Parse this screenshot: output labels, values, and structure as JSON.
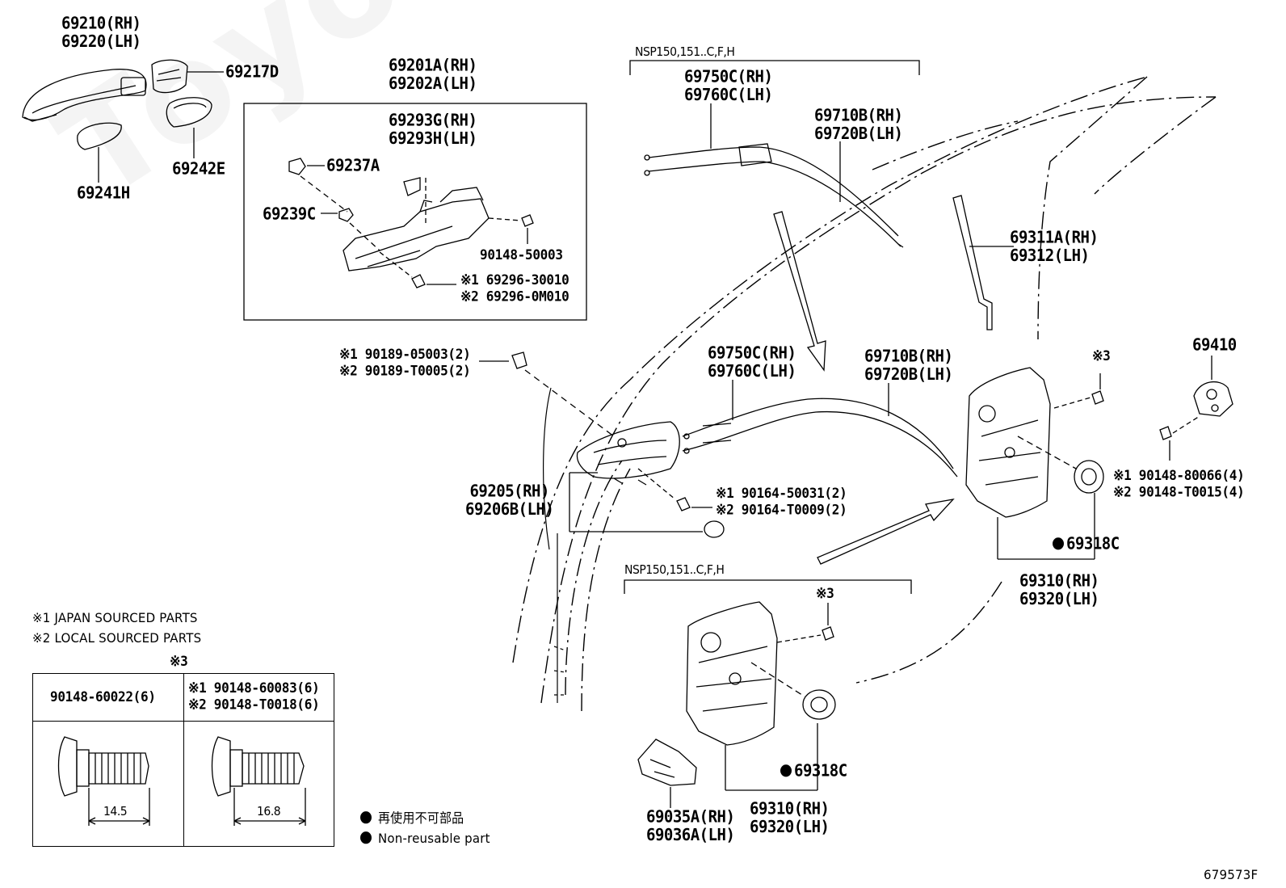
{
  "watermark": "ToyotaCorMine.ru",
  "drawing_number": "679573F",
  "parts": {
    "p69210": [
      "69210(RH)",
      "69220(LH)"
    ],
    "p69217D": "69217D",
    "p69242E": "69242E",
    "p69241H": "69241H",
    "p69201A": [
      "69201A(RH)",
      "69202A(LH)"
    ],
    "p69293G": [
      "69293G(RH)",
      "69293H(LH)"
    ],
    "p69237A": "69237A",
    "p69239C": "69239C",
    "p90148_50003": "90148-50003",
    "p69296": [
      "※1 69296-30010",
      "※2 69296-0M010"
    ],
    "nsp_top": "NSP150,151..C,F,H",
    "p69750C_top": [
      "69750C(RH)",
      "69760C(LH)"
    ],
    "p69710B_top": [
      "69710B(RH)",
      "69720B(LH)"
    ],
    "p69311A": [
      "69311A(RH)",
      "69312(LH)"
    ],
    "p90189": [
      "※1 90189-05003(2)",
      "※2 90189-T0005(2)"
    ],
    "p69750C_mid": [
      "69750C(RH)",
      "69760C(LH)"
    ],
    "p69710B_mid": [
      "69710B(RH)",
      "69720B(LH)"
    ],
    "p69410": "69410",
    "ref3_a": "※3",
    "p90148_80066": [
      "※1 90148-80066(4)",
      "※2 90148-T0015(4)"
    ],
    "p69205": [
      "69205(RH)",
      "69206B(LH)"
    ],
    "p90164": [
      "※1 90164-50031(2)",
      "※2 90164-T0009(2)"
    ],
    "p69318C_a": "69318C",
    "p69310_a": [
      "69310(RH)",
      "69320(LH)"
    ],
    "nsp_bottom": "NSP150,151..C,F,H",
    "ref3_b": "※3",
    "p69318C_b": "69318C",
    "p69310_b": [
      "69310(RH)",
      "69320(LH)"
    ],
    "p69035A": [
      "69035A(RH)",
      "69036A(LH)"
    ]
  },
  "notes": {
    "japan": "※1 JAPAN SOURCED PARTS",
    "local": "※2 LOCAL SOURCED PARTS"
  },
  "table": {
    "ref": "※3",
    "left_part": "90148-60022(6)",
    "right_parts": [
      "※1 90148-60083(6)",
      "※2 90148-T0018(6)"
    ],
    "left_dim": "14.5",
    "right_dim": "16.8"
  },
  "legend": {
    "jp": "再使用不可部品",
    "en": "Non-reusable part"
  }
}
